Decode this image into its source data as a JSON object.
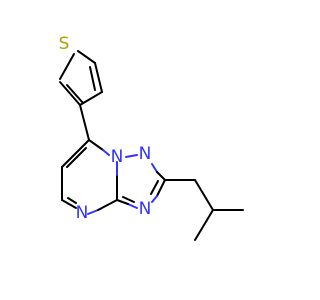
{
  "structure": {
    "atoms": {
      "S": {
        "symbol": "S",
        "color": "#b2a000"
      },
      "N1": {
        "symbol": "N",
        "color": "#3333ff"
      },
      "N2": {
        "symbol": "N",
        "color": "#3333ff"
      },
      "N3": {
        "symbol": "N",
        "color": "#3333ff"
      },
      "N4": {
        "symbol": "N",
        "color": "#3333ff"
      }
    },
    "colors": {
      "bond": "#000000",
      "nitrogen": "#3333ff",
      "sulfur": "#b2a000",
      "background": "#ffffff"
    }
  }
}
